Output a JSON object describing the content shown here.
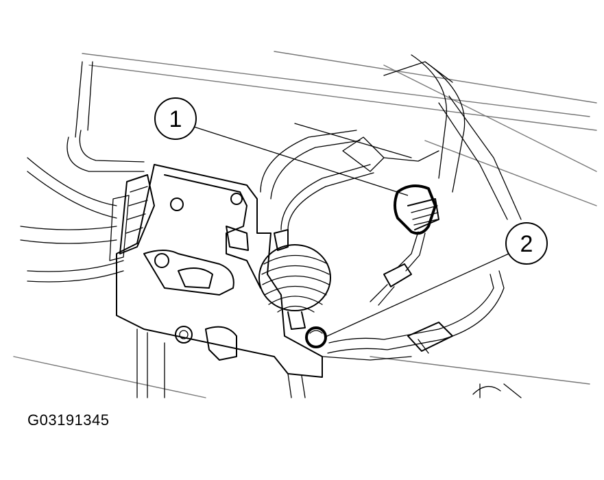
{
  "diagram": {
    "callouts": [
      {
        "id": "callout-1",
        "label": "1"
      },
      {
        "id": "callout-2",
        "label": "2"
      }
    ],
    "figure_id": "G03191345"
  }
}
